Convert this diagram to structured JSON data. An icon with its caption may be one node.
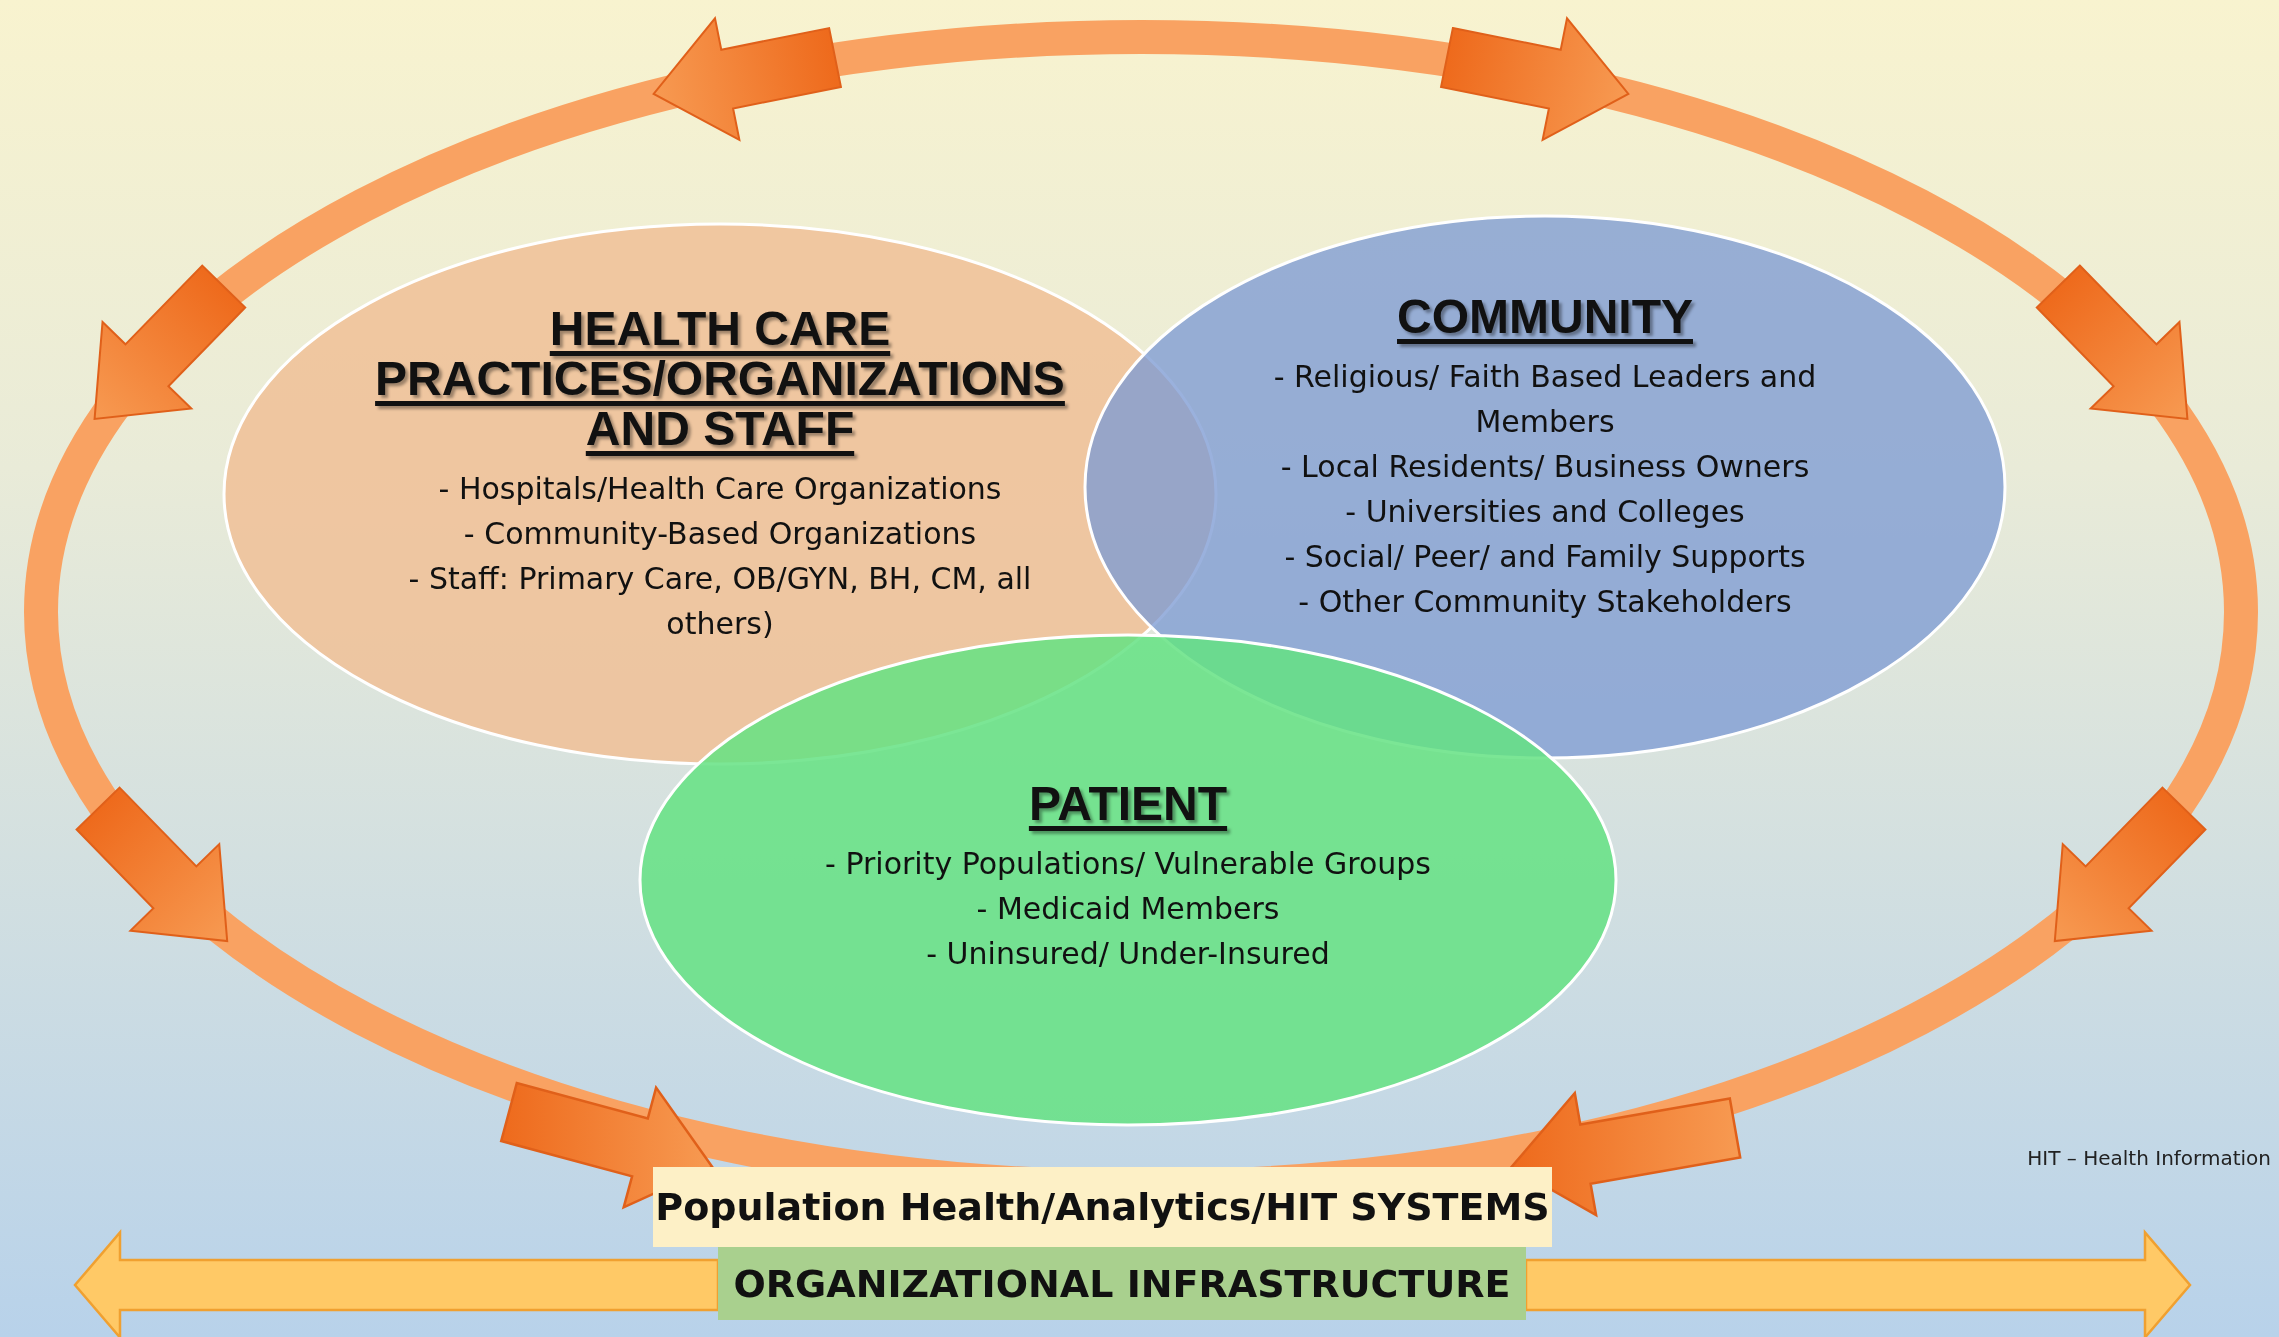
{
  "diagram": {
    "nodes": [
      {
        "text": [
          "HEALTH CARE PRACTICES/ORGANIZATIONS AND STAFF",
          "- Hospitals/Health Care Organizations",
          "- Community-Based Organizations",
          "- Staff: Primary Care, OB/GYN, BH, CM, all others)"
        ]
      },
      {
        "text": [
          "COMMUNITY",
          "- Religious/ Faith Based Leaders and Members",
          "- Local Residents/ Business Owners",
          "- Universities and Colleges",
          "- Social/ Peer/ and Family Supports",
          "- Other Community Stakeholders"
        ]
      },
      {
        "text": [
          "PATIENT",
          "- Priority Populations/ Vulnerable Groups",
          "- Medicaid Members",
          "- Uninsured/ Under-Insured"
        ]
      },
      {
        "text": [
          "Population Health/Analytics/HIT SYSTEMS"
        ]
      },
      {
        "text": [
          "ORGANIZATIONAL INFRASTRUCTURE"
        ]
      }
    ],
    "edges": [
      {
        "from": null,
        "to": 3,
        "arrow": "to"
      },
      {
        "from": null,
        "to": 3,
        "arrow": "to"
      },
      {
        "from": 4,
        "to": null,
        "arrow": "to"
      },
      {
        "from": 4,
        "to": null,
        "arrow": "to"
      }
    ],
    "labels": [
      "HIT – Health Information"
    ]
  }
}
